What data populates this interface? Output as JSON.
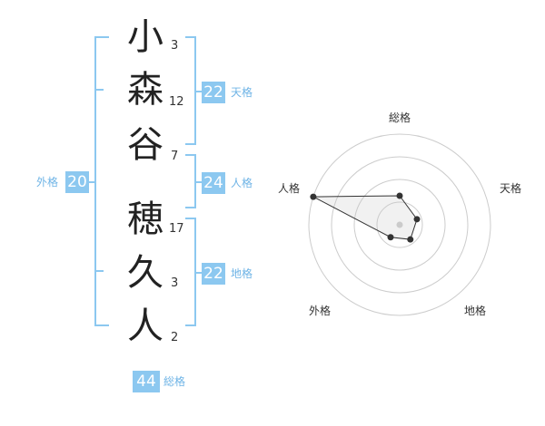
{
  "name_chars": [
    {
      "char": "小",
      "strokes": "3"
    },
    {
      "char": "森",
      "strokes": "12"
    },
    {
      "char": "谷",
      "strokes": "7"
    },
    {
      "char": "穂",
      "strokes": "17"
    },
    {
      "char": "久",
      "strokes": "3"
    },
    {
      "char": "人",
      "strokes": "2"
    }
  ],
  "kaku": {
    "tenkaku": {
      "value": "22",
      "label": "天格"
    },
    "jinkaku": {
      "value": "24",
      "label": "人格"
    },
    "chikaku": {
      "value": "22",
      "label": "地格"
    },
    "gaikaku": {
      "value": "20",
      "label": "外格"
    },
    "soukaku": {
      "value": "44",
      "label": "総格"
    }
  },
  "colors": {
    "accent": "#8cc8f0",
    "accent_text": "#6fb4e6"
  },
  "chart_data": {
    "type": "radar",
    "axes": [
      "総格",
      "天格",
      "地格",
      "外格",
      "人格"
    ],
    "values": [
      0.32,
      0.2,
      0.2,
      0.17,
      1.0
    ],
    "rings": 4,
    "max": 1.0
  }
}
